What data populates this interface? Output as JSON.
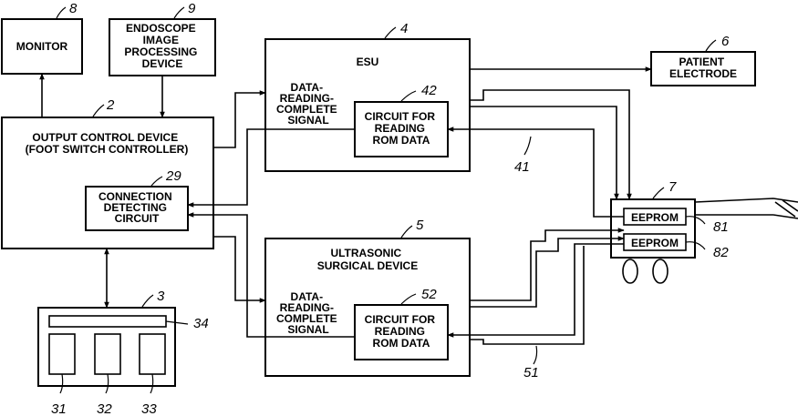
{
  "labels": {
    "monitor": "MONITOR",
    "endoscope": [
      "ENDOSCOPE",
      "IMAGE",
      "PROCESSING",
      "DEVICE"
    ],
    "esu": "ESU",
    "patient_electrode": [
      "PATIENT",
      "ELECTRODE"
    ],
    "output_control": [
      "OUTPUT CONTROL DEVICE",
      "(FOOT SWITCH CONTROLLER)"
    ],
    "connection_detecting": [
      "CONNECTION",
      "DETECTING",
      "CIRCUIT"
    ],
    "data_reading_esu": [
      "DATA-",
      "READING-",
      "COMPLETE",
      "SIGNAL"
    ],
    "rom_circuit_esu": [
      "CIRCUIT FOR",
      "READING",
      "ROM DATA"
    ],
    "ultrasonic": [
      "ULTRASONIC",
      "SURGICAL DEVICE"
    ],
    "data_reading_us": [
      "DATA-",
      "READING-",
      "COMPLETE",
      "SIGNAL"
    ],
    "rom_circuit_us": [
      "CIRCUIT FOR",
      "READING",
      "ROM DATA"
    ],
    "eeprom_1": "EEPROM",
    "eeprom_2": "EEPROM"
  },
  "refs": {
    "n8": "8",
    "n9": "9",
    "n4": "4",
    "n6": "6",
    "n2": "2",
    "n42": "42",
    "n29": "29",
    "n41": "41",
    "n7": "7",
    "n81": "81",
    "n82": "82",
    "n5": "5",
    "n3": "3",
    "n34": "34",
    "n52": "52",
    "n31": "31",
    "n32": "32",
    "n33": "33",
    "n51": "51"
  }
}
